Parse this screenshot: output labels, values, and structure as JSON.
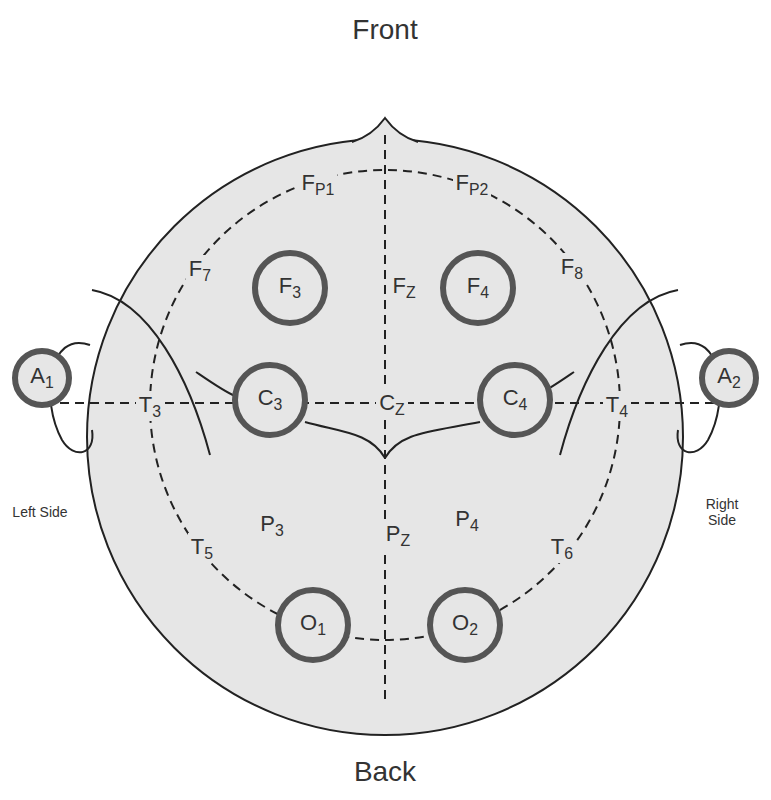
{
  "diagram": {
    "nodes": [
      {
        "text": [
          "F3"
        ]
      },
      {
        "text": [
          "F4"
        ]
      },
      {
        "text": [
          "A1"
        ]
      },
      {
        "text": [
          "C3"
        ]
      },
      {
        "text": [
          "C4"
        ]
      },
      {
        "text": [
          "A2"
        ]
      },
      {
        "text": [
          "O1"
        ]
      },
      {
        "text": [
          "O2"
        ]
      }
    ],
    "labels": [
      "Front",
      "FP1",
      "FP2",
      "F7",
      "FZ",
      "F8",
      "T3",
      "CZ",
      "T4",
      "Left Side",
      "Right Side",
      "P3",
      "PZ",
      "P4",
      "T5",
      "T6",
      "Back"
    ]
  }
}
